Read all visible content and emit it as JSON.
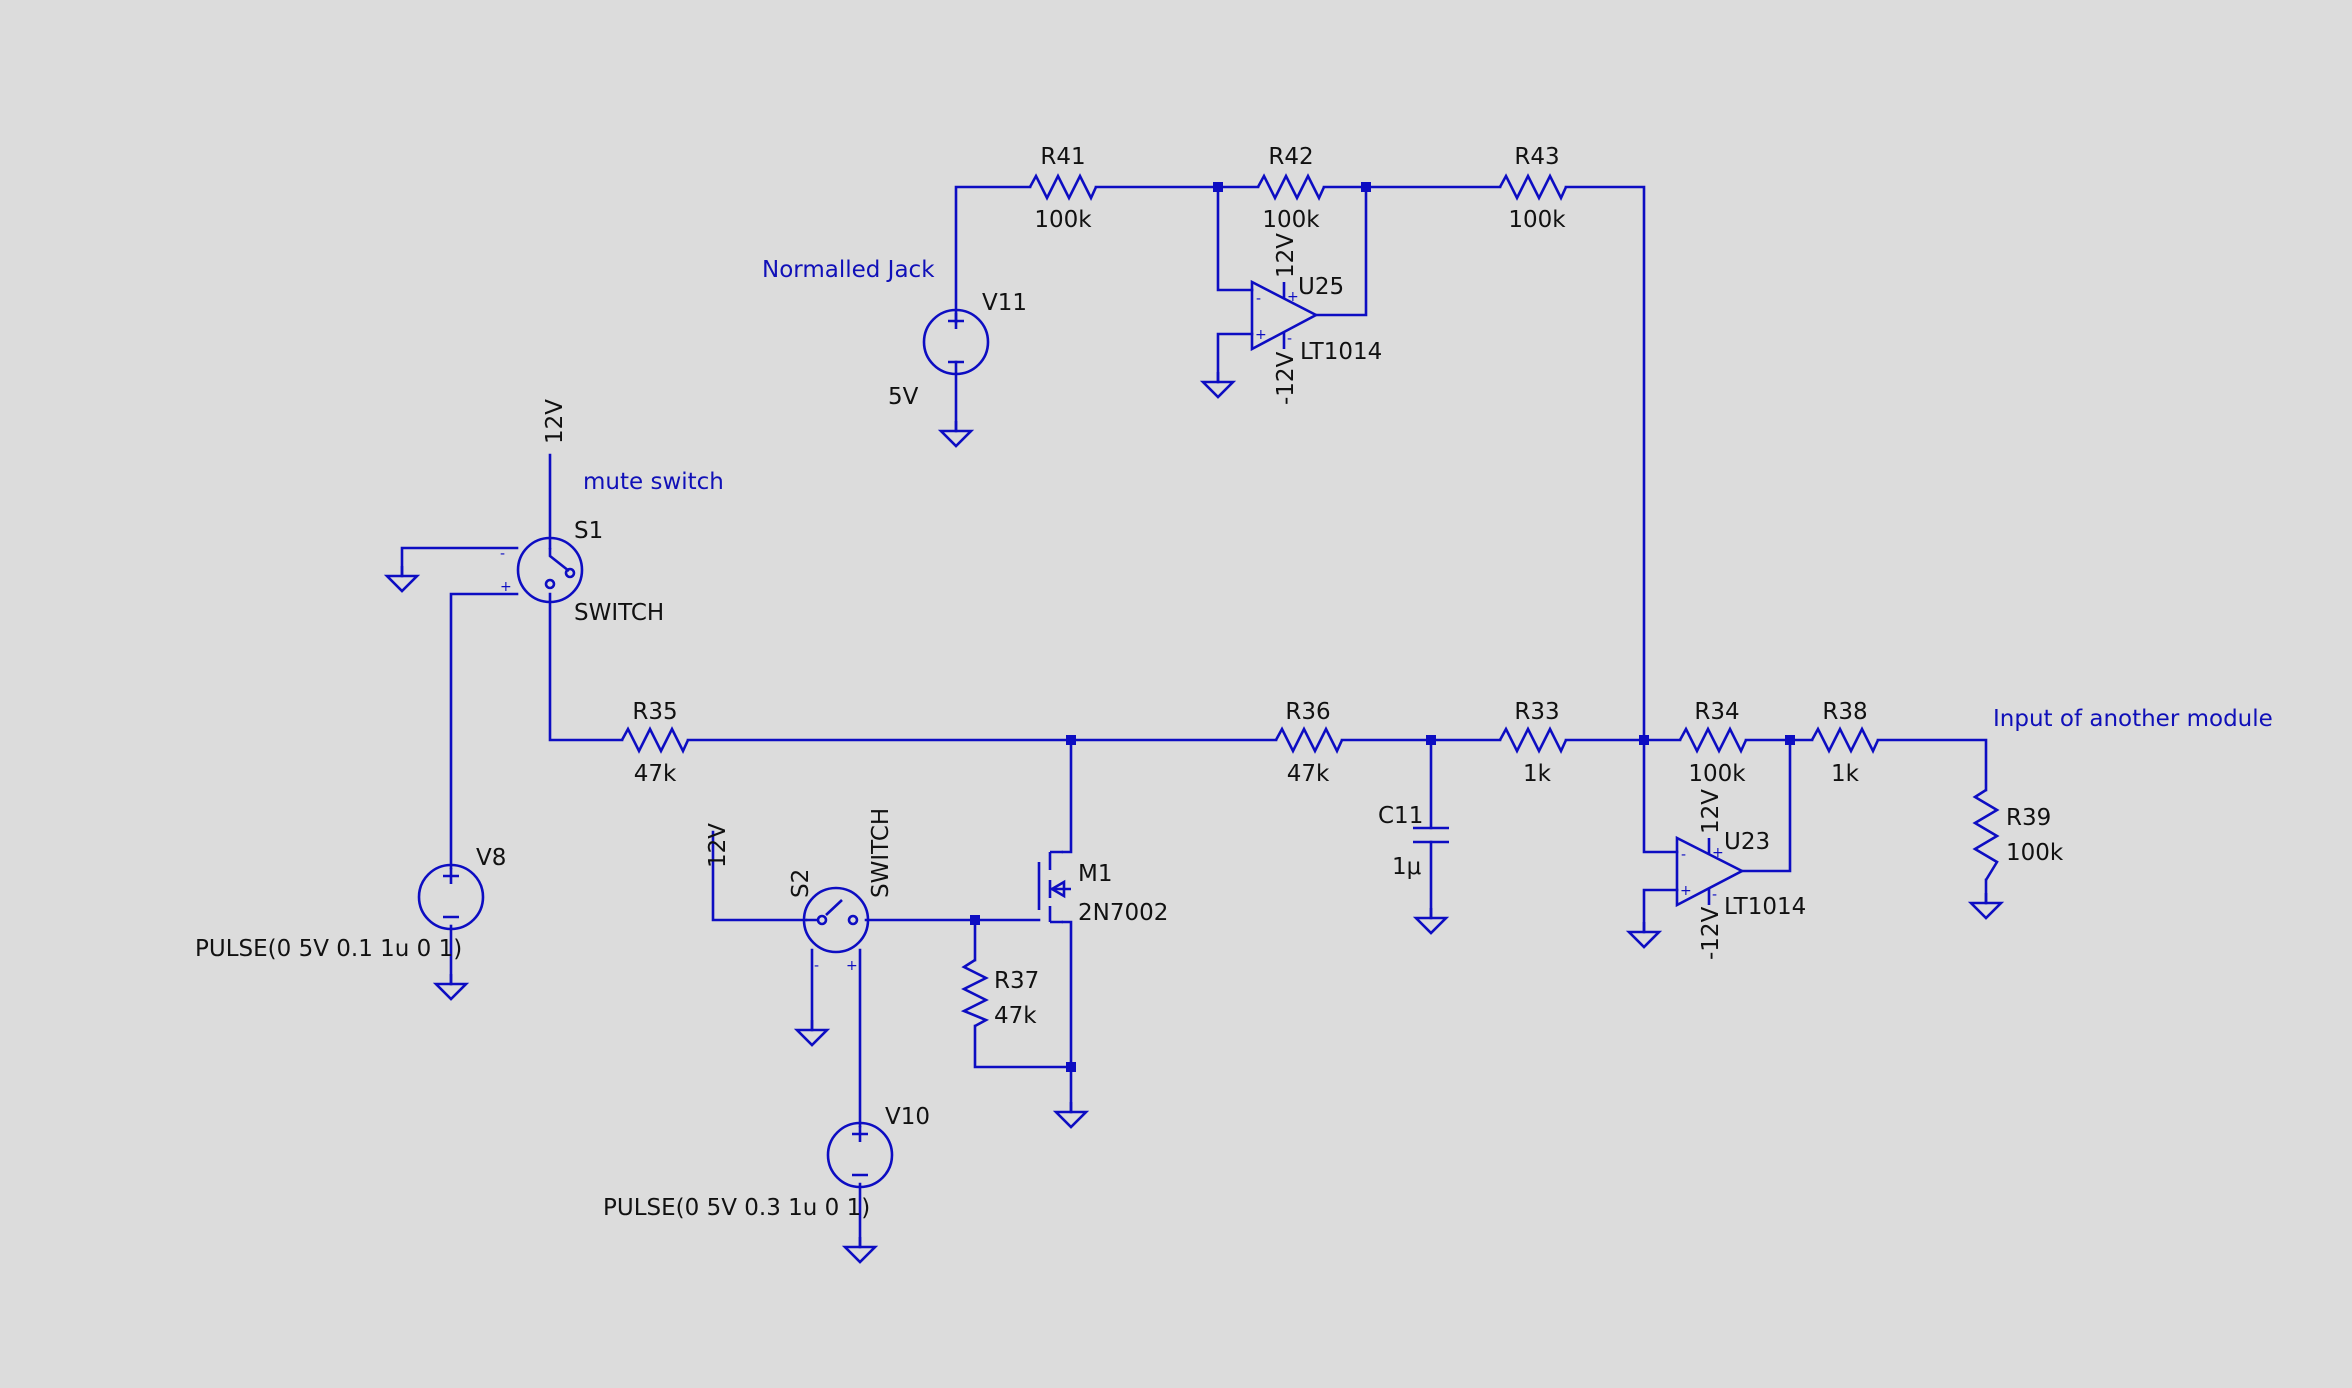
{
  "colors": {
    "background": "#dcdcdc",
    "wire": "#0d0dc2",
    "label": "#111111",
    "net_label": "#1010b8"
  },
  "net_labels": {
    "normalled_jack": "Normalled Jack",
    "mute_switch": "mute switch",
    "output": "Input of another module"
  },
  "resistors": {
    "r41": {
      "name": "R41",
      "value": "100k"
    },
    "r42": {
      "name": "R42",
      "value": "100k"
    },
    "r43": {
      "name": "R43",
      "value": "100k"
    },
    "r35": {
      "name": "R35",
      "value": "47k"
    },
    "r36": {
      "name": "R36",
      "value": "47k"
    },
    "r33": {
      "name": "R33",
      "value": "1k"
    },
    "r34": {
      "name": "R34",
      "value": "100k"
    },
    "r38": {
      "name": "R38",
      "value": "1k"
    },
    "r39": {
      "name": "R39",
      "value": "100k"
    },
    "r37": {
      "name": "R37",
      "value": "47k"
    }
  },
  "capacitor_c11": {
    "name": "C11",
    "value": "1μ"
  },
  "opamps": {
    "u25": {
      "name": "U25",
      "model": "LT1014",
      "vpos": "12V",
      "vneg": "-12V"
    },
    "u23": {
      "name": "U23",
      "model": "LT1014",
      "vpos": "12V",
      "vneg": "-12V"
    }
  },
  "sources": {
    "v11": {
      "name": "V11",
      "value": "5V"
    },
    "v8": {
      "name": "V8",
      "value": "PULSE(0 5V 0.1 1u 0 1)"
    },
    "v10": {
      "name": "V10",
      "value": "PULSE(0 5V 0.3 1u 0 1)"
    }
  },
  "switches": {
    "s1": {
      "name": "S1",
      "model": "SWITCH",
      "supply": "12V"
    },
    "s2": {
      "name": "S2",
      "model": "SWITCH",
      "supply": "12V"
    }
  },
  "mosfet_m1": {
    "name": "M1",
    "model": "2N7002"
  },
  "pin_marks": {
    "plus": "+",
    "minus": "-"
  }
}
